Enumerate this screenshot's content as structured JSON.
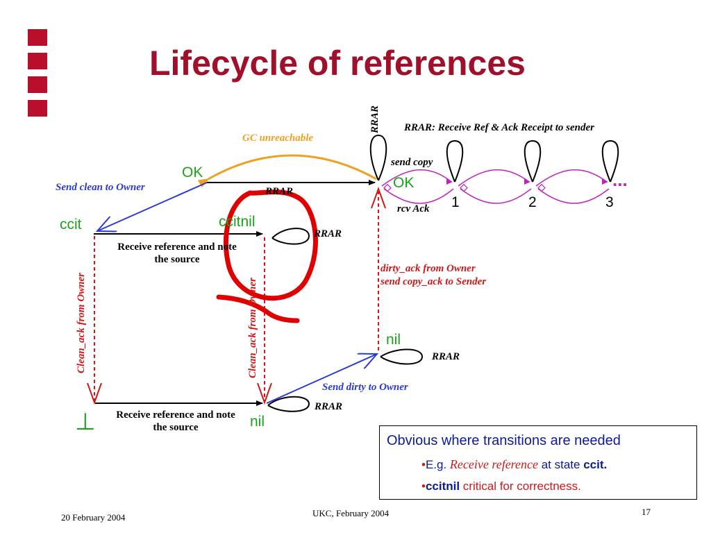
{
  "slide": {
    "title": "Lifecycle of references",
    "footer_left": "20 February 2004",
    "footer_center": "UKC, February 2004",
    "page_number": "17"
  },
  "states": {
    "ok_left": "OK",
    "ok_right": "OK",
    "ccit": "ccit",
    "ccitnil": "ccitnil",
    "nil_right": "nil",
    "nil_bottom": "nil",
    "bottom": "⊥",
    "n1": "1",
    "n2": "2",
    "n3": "3",
    "ellipsis": "..."
  },
  "labels": {
    "rrar_top": "RRAR",
    "rrar_legend": "RRAR: Receive Ref & Ack Receipt to sender",
    "gc_unreachable": "GC unreachable",
    "send_copy": "send copy",
    "send_clean": "Send clean to Owner",
    "rrar_mid": "RRAR",
    "rcv_ack": "rcv Ack",
    "rrar_ccitnil": "RRAR",
    "receive_ref_1": "Receive reference and note the source",
    "dirty_ack": "dirty_ack from Owner",
    "send_copy_ack": "send copy_ack to Sender",
    "clean_ack_left": "Clean_ack from Owner",
    "clean_ack_mid": "Clean_ack from Owner",
    "rrar_nil_right": "RRAR",
    "send_dirty": "Send dirty to Owner",
    "rrar_nil_bottom": "RRAR",
    "receive_ref_2": "Receive reference and note the source"
  },
  "note": {
    "line1": "Obvious where transitions are needed",
    "line2_prefix": "E.g. ",
    "line2_italic": "Receive reference",
    "line2_mid": " at state ",
    "line2_bold": "ccit.",
    "line3_bold": "ccitnil",
    "line3_rest": " critical for correctness."
  },
  "colors": {
    "title": "#a0102a",
    "state_green": "#1aa31a",
    "blue": "#2a3ad6",
    "red": "#d01818",
    "orange": "#f0a020",
    "magenta": "#c020c0",
    "note_blue": "#0a1a9a"
  }
}
